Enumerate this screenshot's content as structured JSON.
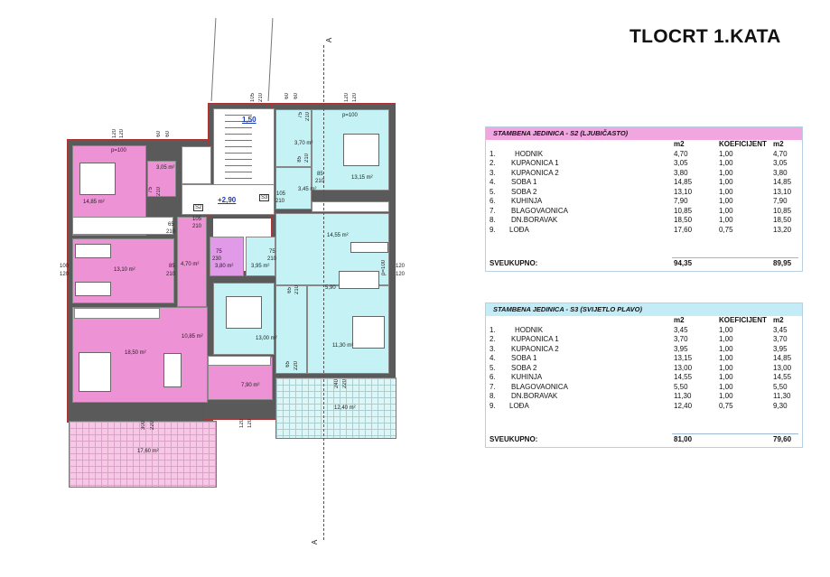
{
  "title": "TLOCRT 1.KATA",
  "section_marker": "A",
  "plan": {
    "levels": [
      "1,50",
      "+2,90"
    ],
    "rooms_s2": [
      {
        "name": "soba-1",
        "area": "14,85 m²"
      },
      {
        "name": "kupaonica-1",
        "area": "3,05 m²"
      },
      {
        "name": "soba-2",
        "area": "13,10 m²"
      },
      {
        "name": "hodnik",
        "area": "4,70 m²"
      },
      {
        "name": "kupaonica-2",
        "area": "3,80 m²"
      },
      {
        "name": "blagovaonica",
        "area": "10,85 m²"
      },
      {
        "name": "dn-boravak",
        "area": "18,50 m²"
      },
      {
        "name": "kuhinja",
        "area": "7,90 m²"
      },
      {
        "name": "loda",
        "area": "17,60 m²"
      }
    ],
    "rooms_s3": [
      {
        "name": "kupaonica-1",
        "area": "3,70 m²"
      },
      {
        "name": "soba-1",
        "area": "13,15 m²"
      },
      {
        "name": "hodnik",
        "area": "3,45 m²"
      },
      {
        "name": "kuhinja",
        "area": "14,55 m²"
      },
      {
        "name": "kupaonica-2",
        "area": "3,95 m²"
      },
      {
        "name": "blagovaonica",
        "area": "5,90"
      },
      {
        "name": "soba-2",
        "area": "13,00 m²"
      },
      {
        "name": "dn-boravak",
        "area": "11,30 m²"
      },
      {
        "name": "loda",
        "area": "12,40 m²"
      }
    ],
    "parapets": [
      "p=100",
      "p=100",
      "p=100"
    ],
    "door_tags": [
      "S2",
      "S3"
    ],
    "dims": [
      "120",
      "120",
      "60",
      "60",
      "105",
      "210",
      "60",
      "60",
      "120",
      "120",
      "75",
      "210",
      "65",
      "210",
      "85",
      "210",
      "85",
      "210",
      "105",
      "210",
      "75",
      "230",
      "75",
      "210",
      "85",
      "210",
      "105",
      "210",
      "65",
      "210",
      "65",
      "220",
      "240",
      "220",
      "300",
      "220",
      "120",
      "120",
      "100",
      "120",
      "120",
      "120",
      "75",
      "210"
    ]
  },
  "table_s2": {
    "header": "STAMBENA JEDINICA - S2 (LJUBIČASTO)",
    "header_color": "#f2a6e0",
    "col_m2": "m2",
    "col_koef": "KOEFICIJENT",
    "col_m2b": "m2",
    "rows": [
      [
        "1.",
        "HODNIK",
        "4,70",
        "1,00",
        "4,70"
      ],
      [
        "2.",
        "KUPAONICA 1",
        "3,05",
        "1,00",
        "3,05"
      ],
      [
        "3.",
        "KUPAONICA 2",
        "3,80",
        "1,00",
        "3,80"
      ],
      [
        "4.",
        "SOBA 1",
        "14,85",
        "1,00",
        "14,85"
      ],
      [
        "5.",
        "SOBA 2",
        "13,10",
        "1,00",
        "13,10"
      ],
      [
        "6.",
        "KUHINJA",
        "7,90",
        "1,00",
        "7,90"
      ],
      [
        "7.",
        "BLAGOVAONICA",
        "10,85",
        "1,00",
        "10,85"
      ],
      [
        "8.",
        "DN.BORAVAK",
        "18,50",
        "1,00",
        "18,50"
      ],
      [
        "9.",
        "LOĐA",
        "17,60",
        "0,75",
        "13,20"
      ]
    ],
    "total_label": "SVEUKUPNO:",
    "total_m2": "94,35",
    "total_weighted": "89,95"
  },
  "table_s3": {
    "header": "STAMBENA JEDINICA - S3 (SVIJETLO PLAVO)",
    "header_color": "#c4ecf7",
    "col_m2": "m2",
    "col_koef": "KOEFICIJENT",
    "col_m2b": "m2",
    "rows": [
      [
        "1.",
        "HODNIK",
        "3,45",
        "1,00",
        "3,45"
      ],
      [
        "2.",
        "KUPAONICA 1",
        "3,70",
        "1,00",
        "3,70"
      ],
      [
        "3.",
        "KUPAONICA 2",
        "3,95",
        "1,00",
        "3,95"
      ],
      [
        "4.",
        "SOBA 1",
        "13,15",
        "1,00",
        "14,85"
      ],
      [
        "5.",
        "SOBA 2",
        "13,00",
        "1,00",
        "13,00"
      ],
      [
        "6.",
        "KUHINJA",
        "14,55",
        "1,00",
        "14,55"
      ],
      [
        "7.",
        "BLAGOVAONICA",
        "5,50",
        "1,00",
        "5,50"
      ],
      [
        "8.",
        "DN.BORAVAK",
        "11,30",
        "1,00",
        "11,30"
      ],
      [
        "9.",
        "LOĐA",
        "12,40",
        "0,75",
        "9,30"
      ]
    ],
    "total_label": "SVEUKUPNO:",
    "total_m2": "81,00",
    "total_weighted": "79,60"
  }
}
